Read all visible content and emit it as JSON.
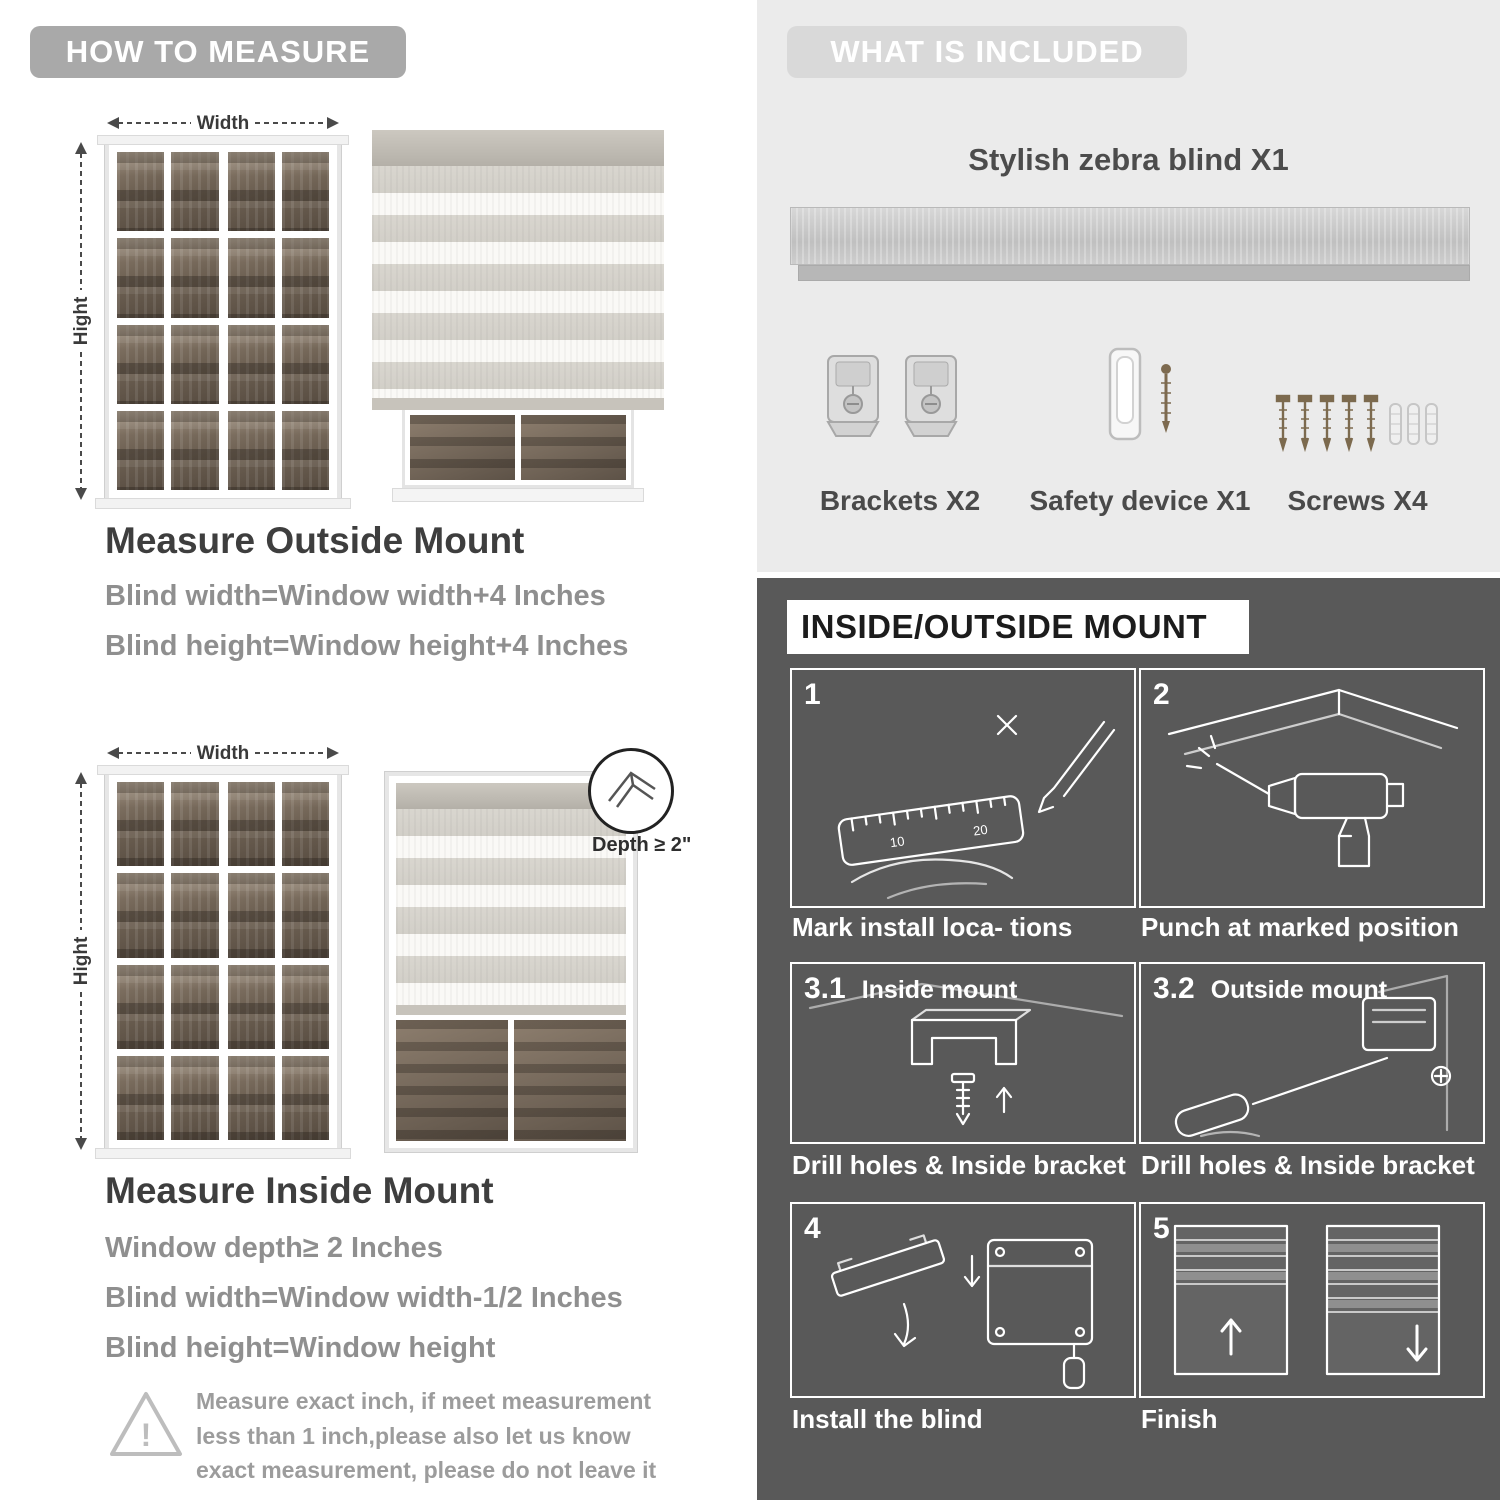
{
  "colors": {
    "pill_gray": "#a9a9a9",
    "pill_light": "#d9d9d9",
    "panel_light": "#ebebeb",
    "panel_dark": "#595959",
    "heading_dark": "#3e3e3e",
    "body_gray": "#8f8f8f"
  },
  "left": {
    "header": "HOW TO MEASURE",
    "outside": {
      "width_label": "Width",
      "height_label": "Hight",
      "heading": "Measure Outside Mount",
      "line1": "Blind width=Window width+4 Inches",
      "line2": "Blind height=Window height+4 Inches"
    },
    "inside": {
      "width_label": "Width",
      "height_label": "Hight",
      "depth_label": "Depth ≥ 2\"",
      "heading": "Measure Inside Mount",
      "line1": "Window depth≥ 2 Inches",
      "line2": "Blind width=Window width-1/2 Inches",
      "line3": "Blind height=Window height"
    },
    "note": {
      "text": "Measure exact inch, if meet measurement less than 1 inch,please also let us know exact measurement, please do not leave it"
    }
  },
  "included": {
    "header": "WHAT IS INCLUDED",
    "blind_label": "Stylish zebra blind X1",
    "items": [
      {
        "label": "Brackets X2"
      },
      {
        "label": "Safety device X1"
      },
      {
        "label": "Screws X4"
      }
    ]
  },
  "mount": {
    "header": "INSIDE/OUTSIDE MOUNT",
    "steps": [
      {
        "num": "1",
        "title": "",
        "caption": "Mark install loca- tions"
      },
      {
        "num": "2",
        "title": "",
        "caption": "Punch at  marked position"
      },
      {
        "num": "3.1",
        "title": "Inside mount",
        "caption": "Drill holes &  Inside bracket"
      },
      {
        "num": "3.2",
        "title": "Outside mount",
        "caption": "Drill holes &  Inside bracket"
      },
      {
        "num": "4",
        "title": "",
        "caption": "Install the blind"
      },
      {
        "num": "5",
        "title": "",
        "caption": "Finish"
      }
    ]
  }
}
